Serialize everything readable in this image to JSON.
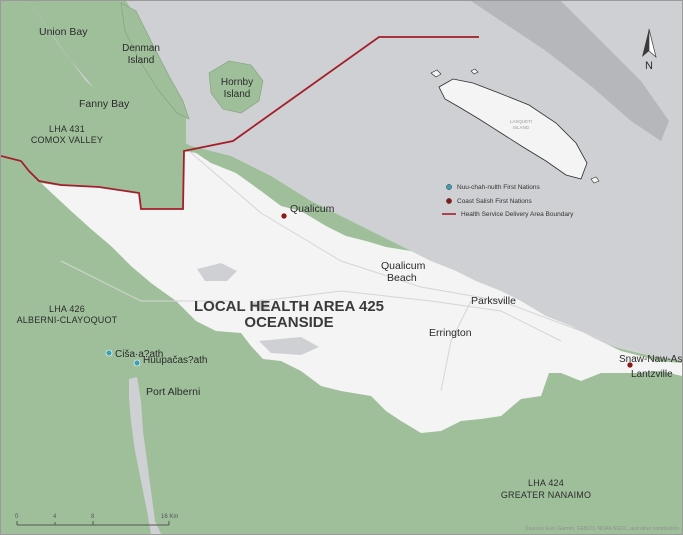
{
  "map": {
    "title_line1": "LOCAL HEALTH AREA 425",
    "title_line2": "OCEANSIDE",
    "north_label": "N",
    "places": {
      "union_bay": "Union Bay",
      "fanny_bay": "Fanny Bay",
      "qualicum": "Qualicum",
      "qualicum_beach_1": "Qualicum",
      "qualicum_beach_2": "Beach",
      "parksville": "Parksville",
      "errington": "Errington",
      "port_alberni": "Port Alberni",
      "snaw_naw_as": "Snaw-Naw-As",
      "lantzville": "Lantzville",
      "cisaa": "Ciša·a?ath",
      "huupacasath": "Huupačas?ath"
    },
    "islands": {
      "denman_1": "Denman",
      "denman_2": "Island",
      "hornby_1": "Hornby",
      "hornby_2": "Island",
      "lasqueti_1": "LASQUETI",
      "lasqueti_2": "ISLAND"
    },
    "lha_labels": {
      "lha431_1": "LHA 431",
      "lha431_2": "COMOX VALLEY",
      "lha426_1": "LHA 426",
      "lha426_2": "ALBERNI-CLAYOQUOT",
      "lha424_1": "LHA 424",
      "lha424_2": "GREATER NANAIMO"
    },
    "legend": {
      "nuu_chah_nulth": "Nuu-chah-nulth First Nations",
      "coast_salish": "Coast Salish First Nations",
      "boundary": "Health Service Delivery Area Boundary"
    },
    "scale": {
      "t0": "0",
      "t4": "4",
      "t8": "8",
      "t16": "16 Km"
    },
    "credits": "Sources: Esri, Garmin, GEBCO, NOAA NGDC, and other contributors",
    "colors": {
      "water": "#cfd0d3",
      "land_outside": "#9fbf9b",
      "focus_area": "#f4f4f4",
      "boundary": "#a31f2a",
      "nuu_chah_nulth": "#3aa0b4",
      "coast_salish": "#8b1a1a"
    }
  }
}
